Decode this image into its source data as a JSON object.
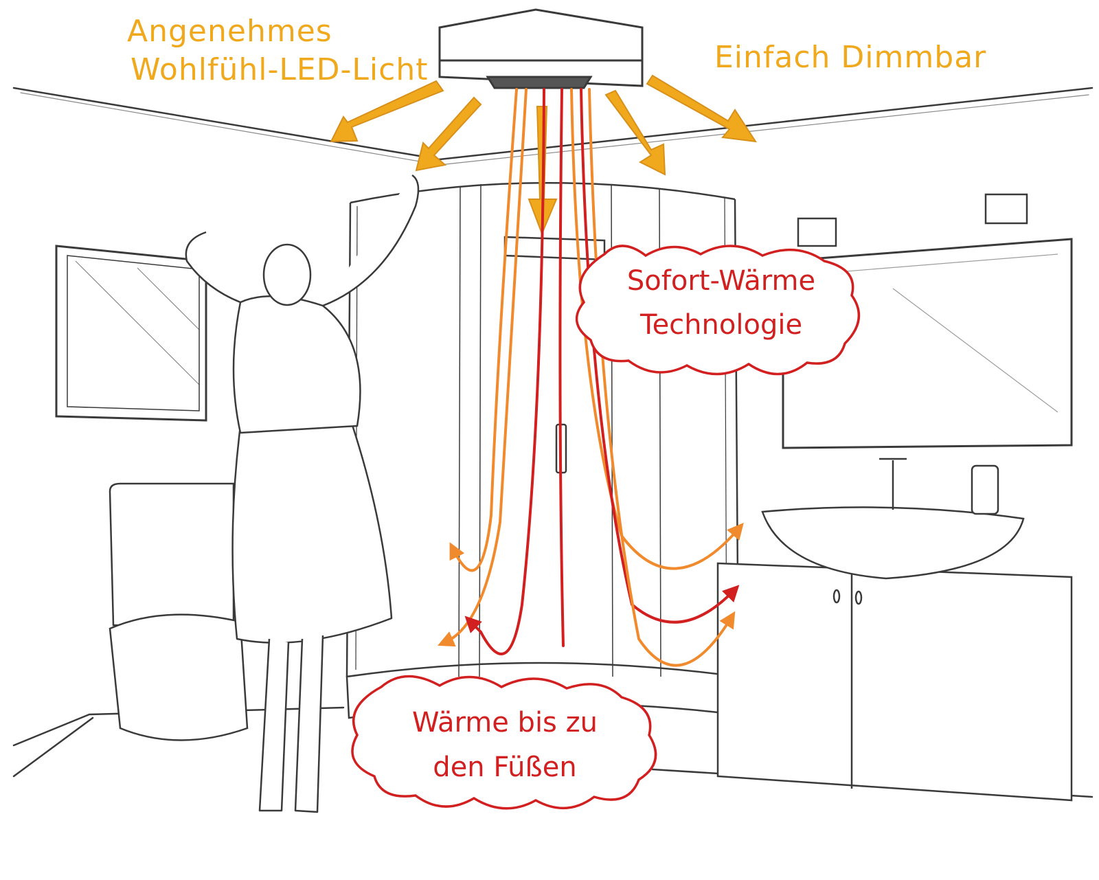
{
  "labels": {
    "led_light_line1": "Angenehmes",
    "led_light_line2": "Wohlfühl-LED-Licht",
    "dimmable": "Einfach Dimmbar",
    "instant_heat_line1": "Sofort-Wärme",
    "instant_heat_line2": "Technologie",
    "heat_feet_line1": "Wärme bis zu",
    "heat_feet_line2": "den Füßen"
  },
  "colors": {
    "light_arrows": "#f0a81c",
    "heat_red": "#d21f1f",
    "heat_orange": "#f08a2c",
    "sketch": "#3a3a3a"
  }
}
